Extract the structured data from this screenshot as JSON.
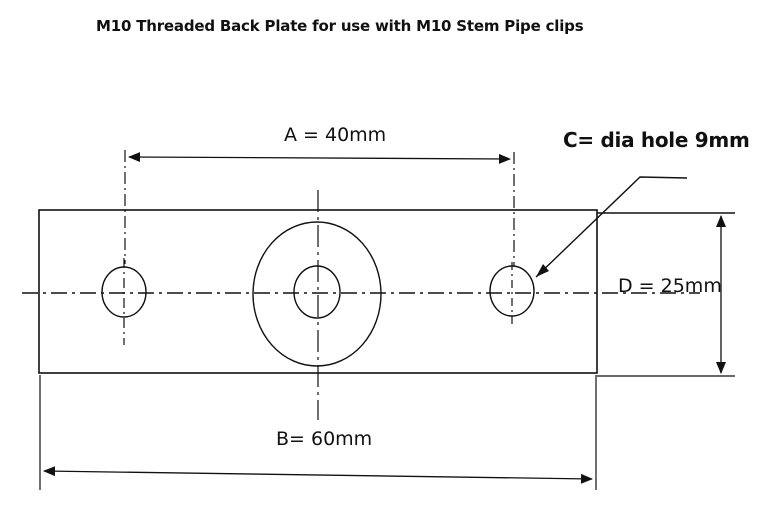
{
  "title": "M10 Threaded Back Plate for use with M10 Stem Pipe clips",
  "dimensions": {
    "a": "A = 40mm",
    "b": "B= 60mm",
    "c": "C= dia hole 9mm",
    "d": "D = 25mm"
  },
  "colors": {
    "line": "#111111",
    "background": "#ffffff"
  }
}
